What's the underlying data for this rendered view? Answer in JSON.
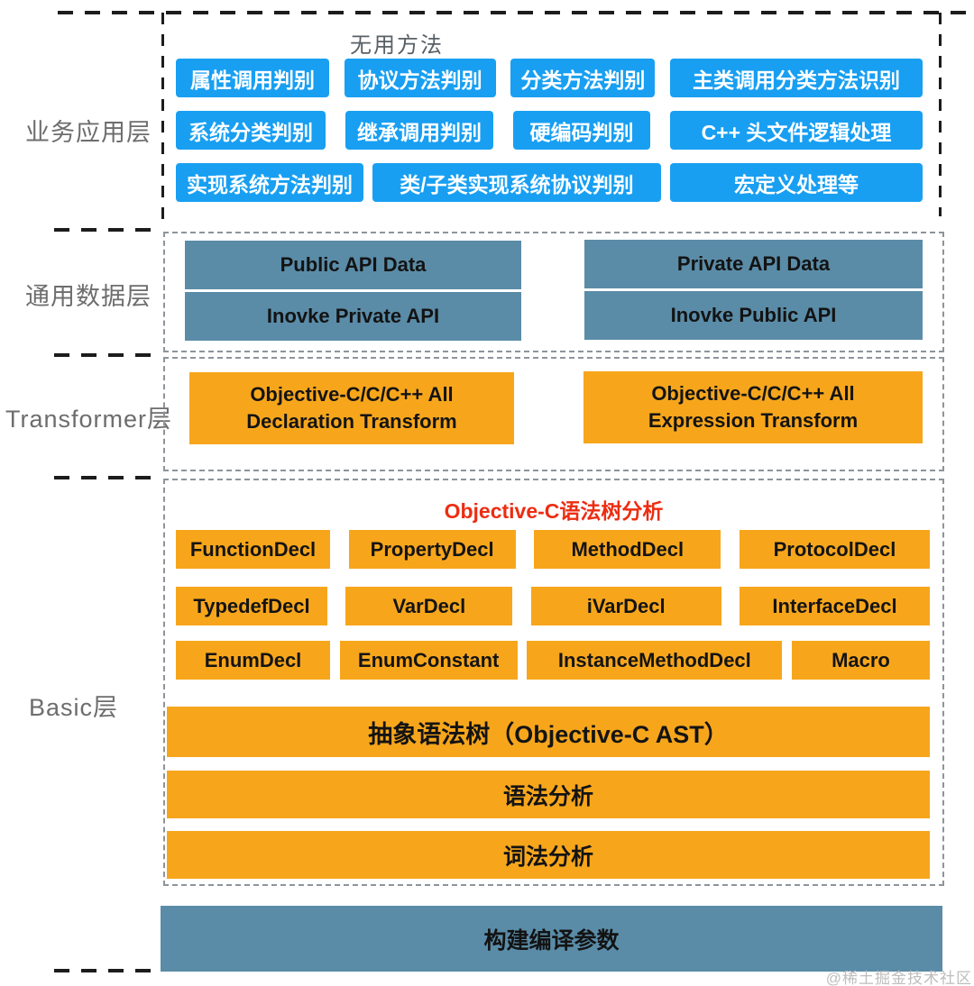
{
  "palette": {
    "blue": "#189FF2",
    "steel": "#5A8CA8",
    "orange": "#F7A61C",
    "red": "#EC2D12"
  },
  "watermark": "@稀土掘金技术社区",
  "layers": {
    "business": {
      "label": "业务应用层",
      "title": "无用方法",
      "row1": [
        "属性调用判别",
        "协议方法判别",
        "分类方法判别",
        "主类调用分类方法识别"
      ],
      "row2": [
        "系统分类判别",
        "继承调用判别",
        "硬编码判别",
        "C++ 头文件逻辑处理"
      ],
      "row3": [
        "实现系统方法判别",
        "类/子类实现系统协议判别",
        "宏定义处理等"
      ]
    },
    "data": {
      "label": "通用数据层",
      "left": [
        "Public API Data",
        "Inovke Private API"
      ],
      "right": [
        "Private API Data",
        "Inovke Public API"
      ]
    },
    "transformer": {
      "label": "Transformer层",
      "left": [
        "Objective-C/C/C++  All",
        "Declaration Transform"
      ],
      "right": [
        "Objective-C/C/C++  All",
        "Expression Transform"
      ]
    },
    "basic": {
      "label": "Basic层",
      "title": "Objective-C语法树分析",
      "row1": [
        "FunctionDecl",
        "PropertyDecl",
        "MethodDecl",
        "ProtocolDecl"
      ],
      "row2": [
        "TypedefDecl",
        "VarDecl",
        "iVarDecl",
        "InterfaceDecl"
      ],
      "row3": [
        "EnumDecl",
        "EnumConstant",
        "InstanceMethodDecl",
        "Macro"
      ],
      "bars": [
        "抽象语法树（Objective-C AST）",
        "语法分析",
        "词法分析"
      ]
    },
    "build": {
      "label": "构建编译参数"
    }
  }
}
